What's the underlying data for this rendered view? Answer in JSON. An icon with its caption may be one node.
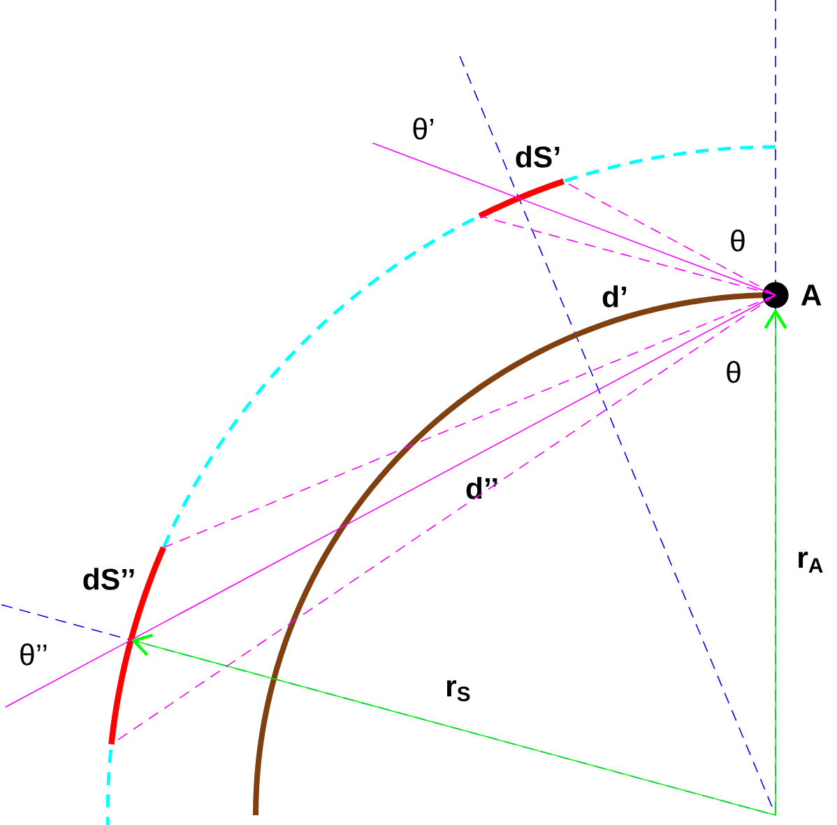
{
  "diagram": {
    "nodes": [
      {
        "text": [
          "A"
        ]
      },
      {
        "text": [
          "dS’"
        ]
      },
      {
        "text": [
          "dS’’"
        ]
      }
    ],
    "edges": [
      {
        "from": null,
        "to": 0,
        "arrow": "to",
        "label": "r$_{A}$",
        "color": "#00ff00"
      },
      {
        "from": null,
        "to": 2,
        "arrow": "to",
        "label": "r$_{S}$",
        "color": "#00ff00"
      },
      {
        "from": 0,
        "to": 1,
        "arrow": "none",
        "label": "d’"
      },
      {
        "from": 0,
        "to": 2,
        "arrow": "none",
        "label": "d’’"
      },
      {
        "from": 0,
        "to": 1,
        "arrow": "none",
        "style": "dashed"
      },
      {
        "from": 0,
        "to": 1,
        "arrow": "none",
        "style": "dashed"
      },
      {
        "from": 0,
        "to": 2,
        "arrow": "none",
        "style": "dashed"
      },
      {
        "from": 0,
        "to": 2,
        "arrow": "none",
        "style": "dashed"
      }
    ],
    "labels": [
      "θ’",
      "θ",
      "θ",
      "θ’’"
    ]
  }
}
